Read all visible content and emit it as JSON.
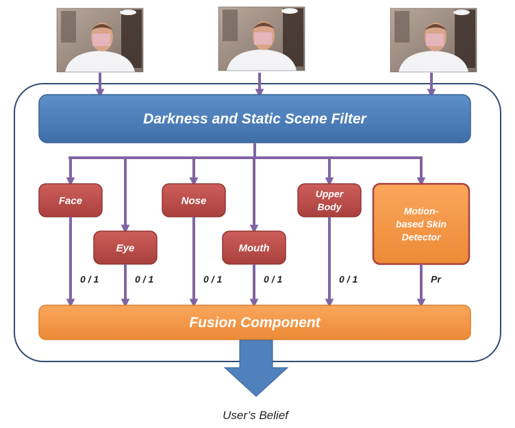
{
  "colors": {
    "arrow": "#8064a2",
    "filter": "#4f81bd",
    "detector": "#c0504d",
    "skin": "#f79646",
    "fusion": "#f79646",
    "output_arrow": "#4f81bd",
    "container_stroke": "#2f4b73"
  },
  "frames": [
    {
      "icon": "person-photo-icon"
    },
    {
      "icon": "person-photo-icon"
    },
    {
      "icon": "person-photo-icon"
    }
  ],
  "filter": {
    "label": "Darkness and Static Scene Filter"
  },
  "detectors": [
    {
      "label": "Face"
    },
    {
      "label": "Eye"
    },
    {
      "label": "Nose"
    },
    {
      "label": "Mouth"
    },
    {
      "label": "Upper Body"
    },
    {
      "label": "Motion-based Skin Detector"
    }
  ],
  "outputs": [
    "0 / 1",
    "0 / 1",
    "0 / 1",
    "0 / 1",
    "0 / 1",
    "Pr"
  ],
  "fusion": {
    "label": "Fusion Component"
  },
  "result": {
    "label": "User’s Belief"
  }
}
